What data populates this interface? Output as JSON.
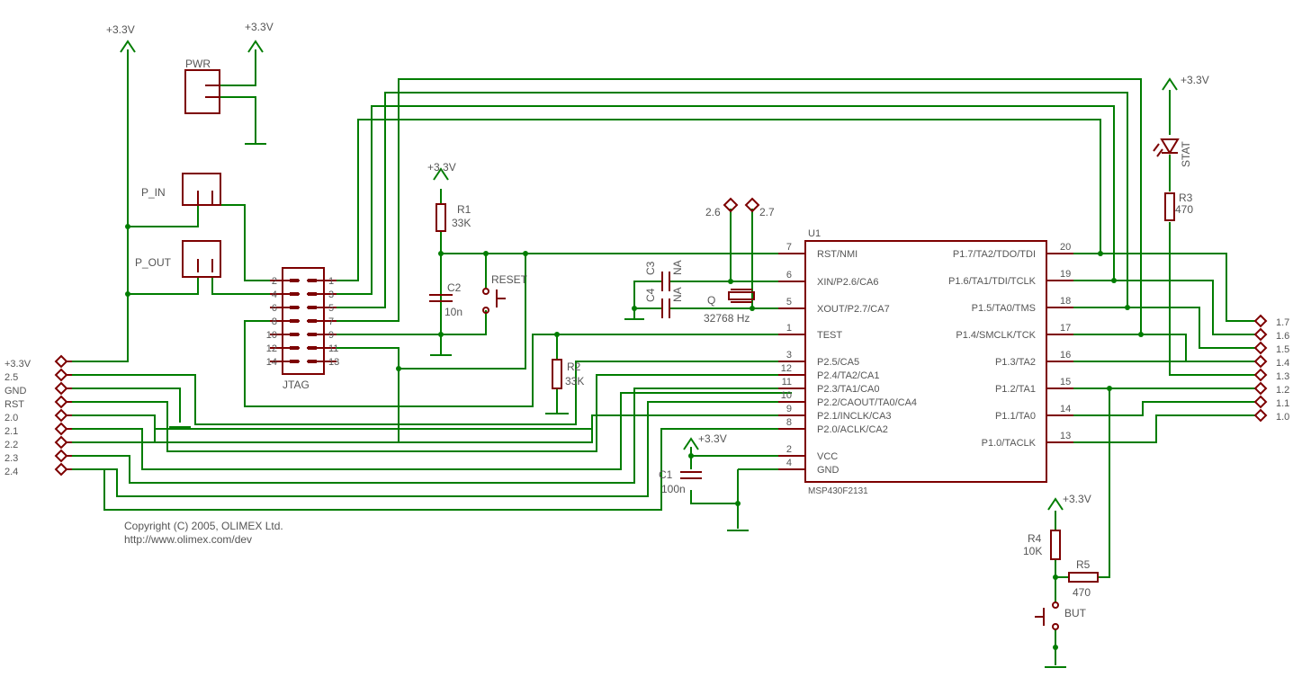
{
  "ic": {
    "name": "U1",
    "part": "MSP430F2131",
    "left_pins": [
      {
        "num": "7",
        "label": "RST/NMI"
      },
      {
        "num": "6",
        "label": "XIN/P2.6/CA6"
      },
      {
        "num": "5",
        "label": "XOUT/P2.7/CA7"
      },
      {
        "num": "1",
        "label": "TEST"
      },
      {
        "num": "3",
        "label": "P2.5/CA5"
      },
      {
        "num": "12",
        "label": "P2.4/TA2/CA1"
      },
      {
        "num": "11",
        "label": "P2.3/TA1/CA0"
      },
      {
        "num": "10",
        "label": "P2.2/CAOUT/TA0/CA4"
      },
      {
        "num": "9",
        "label": "P2.1/INCLK/CA3"
      },
      {
        "num": "8",
        "label": "P2.0/ACLK/CA2"
      },
      {
        "num": "2",
        "label": "VCC"
      },
      {
        "num": "4",
        "label": "GND"
      }
    ],
    "right_pins": [
      {
        "num": "20",
        "label": "P1.7/TA2/TDO/TDI"
      },
      {
        "num": "19",
        "label": "P1.6/TA1/TDI/TCLK"
      },
      {
        "num": "18",
        "label": "P1.5/TA0/TMS"
      },
      {
        "num": "17",
        "label": "P1.4/SMCLK/TCK"
      },
      {
        "num": "16",
        "label": "P1.3/TA2"
      },
      {
        "num": "15",
        "label": "P1.2/TA1"
      },
      {
        "num": "14",
        "label": "P1.1/TA0"
      },
      {
        "num": "13",
        "label": "P1.0/TACLK"
      }
    ]
  },
  "jtag": {
    "name": "JTAG",
    "left_nums": [
      "2",
      "4",
      "6",
      "8",
      "10",
      "12",
      "14"
    ],
    "right_nums": [
      "1",
      "3",
      "5",
      "7",
      "9",
      "11",
      "13"
    ]
  },
  "left_connector": [
    "+3.3V",
    "2.5",
    "GND",
    "RST",
    "2.0",
    "2.1",
    "2.2",
    "2.3",
    "2.4"
  ],
  "right_connector": [
    "1.7",
    "1.6",
    "1.5",
    "1.4",
    "1.3",
    "1.2",
    "1.1",
    "1.0"
  ],
  "supply": {
    "vcc_top_left": "+3.3V",
    "vcc_top_mid": "+3.3V",
    "vcc_r1": "+3.3V",
    "vcc_led": "+3.3V",
    "vcc_c1": "+3.3V",
    "vcc_r4": "+3.3V"
  },
  "parts": {
    "pwr": "PWR",
    "p_in": "P_IN",
    "p_out": "P_OUT",
    "r1_name": "R1",
    "r1_val": "33K",
    "c2_name": "C2",
    "c2_val": "10n",
    "reset": "RESET",
    "r2_name": "R2",
    "r2_val": "33K",
    "c3_name": "C3",
    "c3_val": "NA",
    "c4_name": "C4",
    "c4_val": "NA",
    "q_name": "Q",
    "q_val": "32768 Hz",
    "tp_26": "2.6",
    "tp_27": "2.7",
    "c1_name": "C1",
    "c1_val": "100n",
    "r3_name": "R3",
    "r3_val": "470",
    "stat": "STAT",
    "r4_name": "R4",
    "r4_val": "10K",
    "r5_name": "R5",
    "r5_val": "470",
    "but": "BUT"
  },
  "copyright": {
    "line1": "Copyright (C) 2005, OLIMEX Ltd.",
    "line2": "http://www.olimex.com/dev"
  },
  "colors": {
    "wire": "#007d00",
    "part": "#7d0000",
    "text": "#555555"
  }
}
